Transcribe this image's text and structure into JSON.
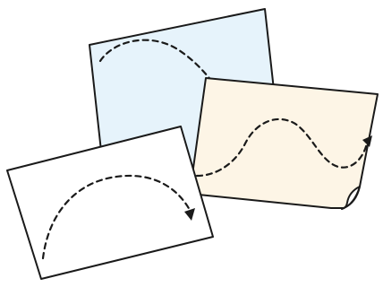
{
  "illustration": {
    "sheets": [
      {
        "id": "blue-sheet",
        "fill_color": "#e6f3fb",
        "path_style": "dashed",
        "arrow": false
      },
      {
        "id": "cream-sheet",
        "fill_color": "#fdf5e6",
        "path_style": "dashed",
        "arrow": true,
        "curled_corner": true
      },
      {
        "id": "white-sheet",
        "fill_color": "#ffffff",
        "path_style": "dashed",
        "arrow": true
      }
    ],
    "colors": {
      "outline": "#1a1a1a",
      "background": "#ffffff"
    }
  }
}
